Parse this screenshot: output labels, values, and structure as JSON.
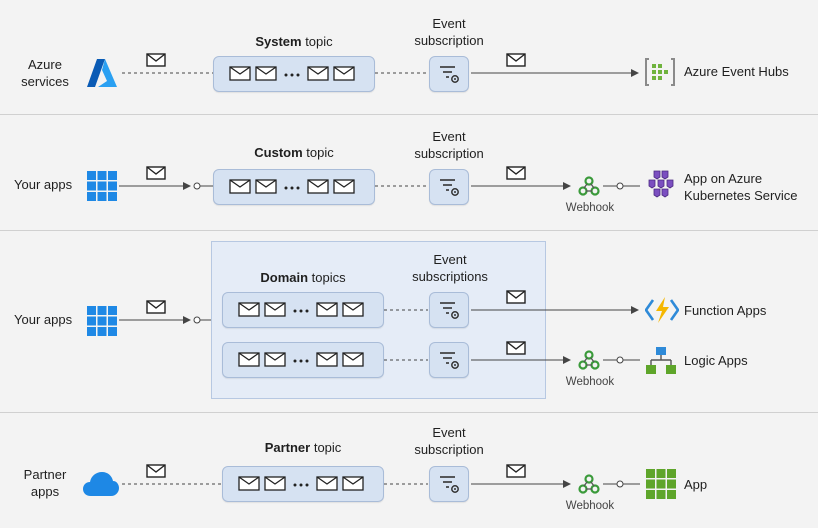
{
  "rows": [
    {
      "source": "Azure services",
      "source_icon": "azure-logo-icon",
      "topic_bold": "System",
      "topic_rest": " topic",
      "subscription": "Event subscription",
      "destination": "Azure Event Hubs",
      "destination_icon": "event-hubs-icon"
    },
    {
      "source": "Your apps",
      "source_icon": "app-grid-icon",
      "topic_bold": "Custom",
      "topic_rest": " topic",
      "subscription": "Event subscription",
      "webhook": "Webhook",
      "destination": "App on Azure Kubernetes Service",
      "destination_icon": "kubernetes-service-icon"
    },
    {
      "source": "Your apps",
      "source_icon": "app-grid-icon",
      "topic_bold": "Domain",
      "topic_rest": " topics",
      "subscription": "Event subscriptions",
      "destinations": [
        {
          "label": "Function Apps",
          "icon": "function-apps-icon"
        },
        {
          "label": "Logic Apps",
          "icon": "logic-apps-icon",
          "webhook": "Webhook"
        }
      ]
    },
    {
      "source": "Partner apps",
      "source_icon": "cloud-icon",
      "topic_bold": "Partner",
      "topic_rest": " topic",
      "subscription": "Event subscription",
      "webhook": "Webhook",
      "destination": "App",
      "destination_icon": "app-tile-icon"
    }
  ],
  "colors": {
    "band": "#f3f3f3",
    "pill": "#d6e2f2",
    "domain_box": "#e5ecf7",
    "azure_blue": "#0078d4",
    "event_hubs_green": "#6fb33d",
    "aks_purple": "#6b3fa0",
    "function_yellow": "#f5b700",
    "webhook_green": "#3a9a3a",
    "app_green": "#5ea52a"
  }
}
